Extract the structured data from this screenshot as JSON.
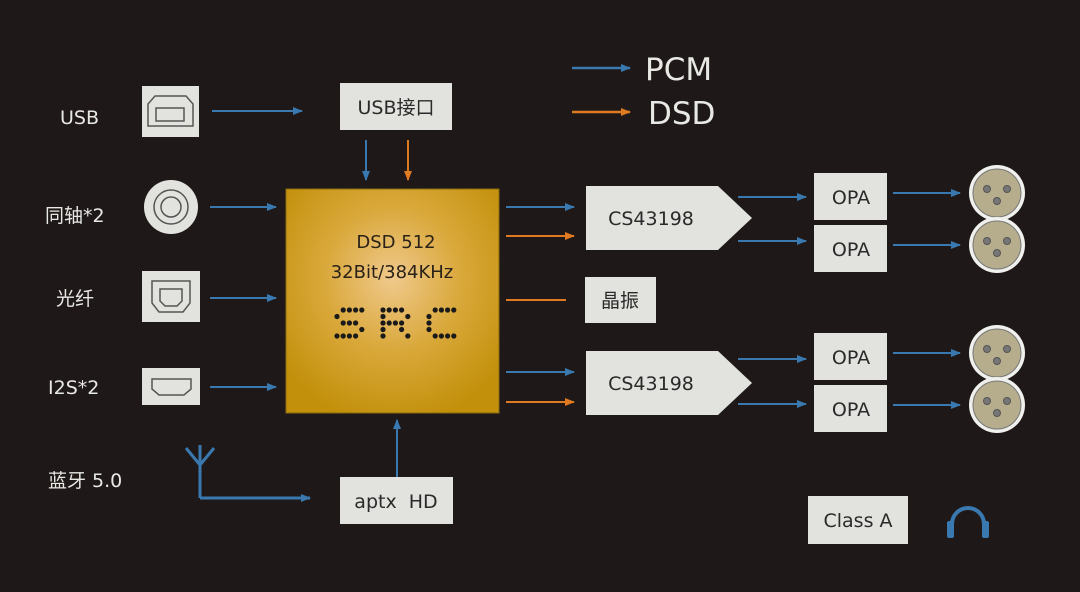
{
  "legend": [
    {
      "label": "PCM",
      "color": "#3a79b0"
    },
    {
      "label": "DSD",
      "color": "#e07a20"
    }
  ],
  "inputs": {
    "usb": {
      "label": "USB",
      "icon": "usb-b-port-icon"
    },
    "coax": {
      "label": "同轴*2",
      "icon": "coaxial-port-icon"
    },
    "optical": {
      "label": "光纤",
      "icon": "optical-port-icon"
    },
    "i2s": {
      "label": "I2S*2",
      "icon": "hdmi-port-icon"
    },
    "bluetooth": {
      "label": "蓝牙 5.0",
      "icon": "antenna-icon"
    }
  },
  "blocks": {
    "usb_interface": "USB接口",
    "aptx": "aptx  HD",
    "crystal": "晶振",
    "dac1": "CS43198",
    "dac2": "CS43198",
    "opa": [
      "OPA",
      "OPA",
      "OPA",
      "OPA"
    ],
    "class_a": "Class A"
  },
  "chip": {
    "line1": "DSD 512",
    "line2": "32Bit/384KHz",
    "logo": "SRC"
  },
  "outputs": {
    "icon": "xlr-connector-icon",
    "headphone_icon": "headphones-icon"
  },
  "colors": {
    "background": "#1e1918",
    "pcm": "#3a79b0",
    "dsd": "#e07a20",
    "chip": "#d4a230",
    "box": "#e2e2de"
  }
}
